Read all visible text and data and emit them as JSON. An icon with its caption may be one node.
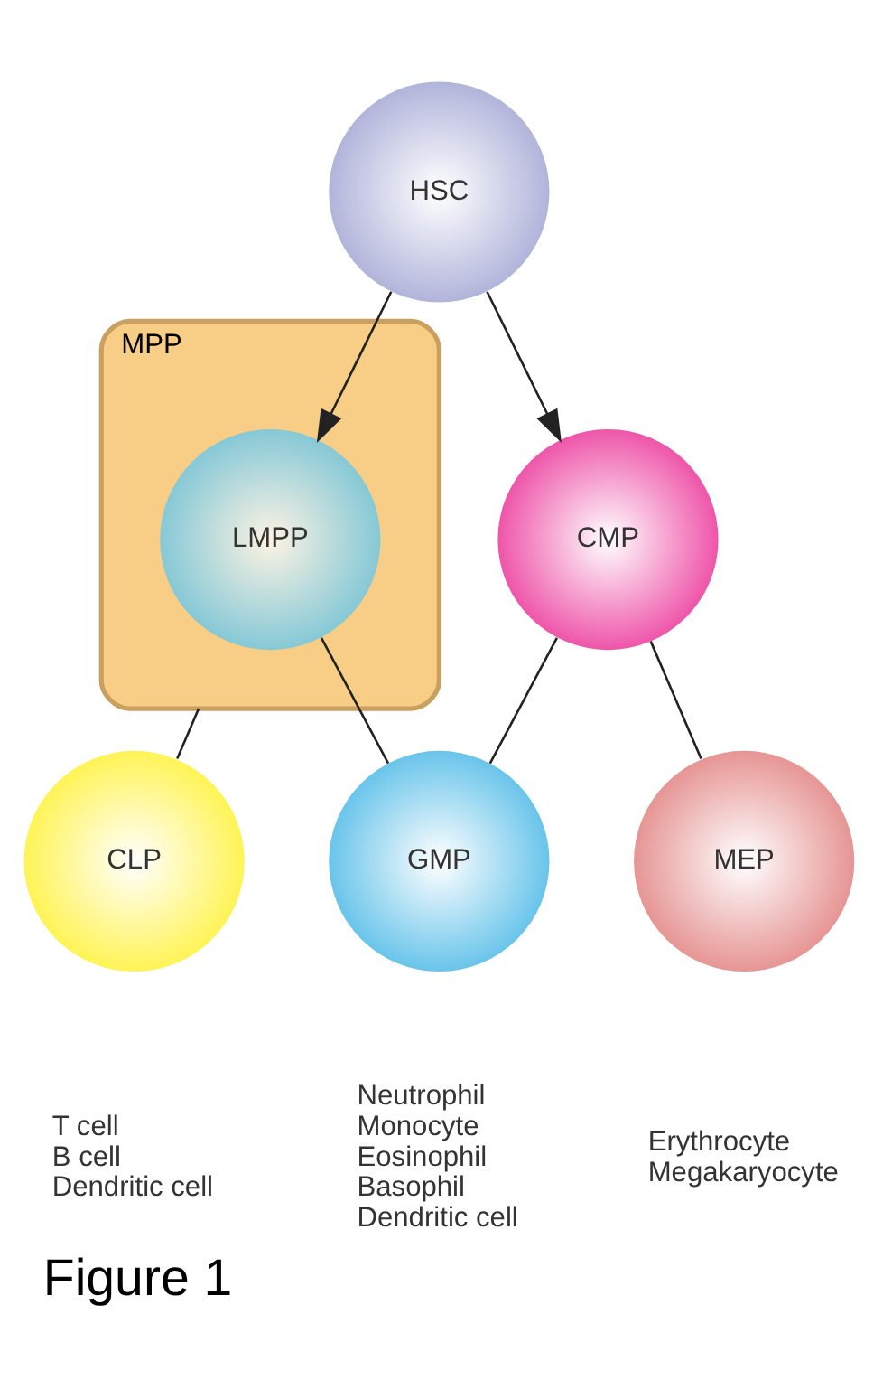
{
  "diagram": {
    "caption": "Figure 1",
    "nodes": [
      {
        "text": [
          "HSC"
        ]
      },
      {
        "text": [
          "MPP"
        ]
      },
      {
        "text": [
          "LMPP"
        ],
        "in": 1
      },
      {
        "text": [
          "CMP"
        ]
      },
      {
        "text": [
          "MEP"
        ],
        "beside": [
          "Erythrocyte",
          "Megakaryocyte"
        ]
      },
      {
        "text": [
          "GMP"
        ],
        "beside": [
          "Neutrophil",
          "Monocyte",
          "Eosinophil",
          "Basophil",
          "Dendritic cell"
        ]
      },
      {
        "text": [
          "CLP"
        ],
        "beside": [
          "T cell",
          "B cell",
          "Dendritic cell"
        ]
      }
    ],
    "edges": [
      {
        "from": 0,
        "to": 2,
        "arrow": "to"
      },
      {
        "from": 0,
        "to": 3,
        "arrow": "to"
      },
      {
        "from": 3,
        "to": 4,
        "arrow": "none"
      },
      {
        "from": 3,
        "to": 5,
        "arrow": "none"
      },
      {
        "from": 2,
        "to": 5,
        "arrow": "none"
      },
      {
        "from": 1,
        "to": 6,
        "arrow": "none"
      }
    ]
  }
}
